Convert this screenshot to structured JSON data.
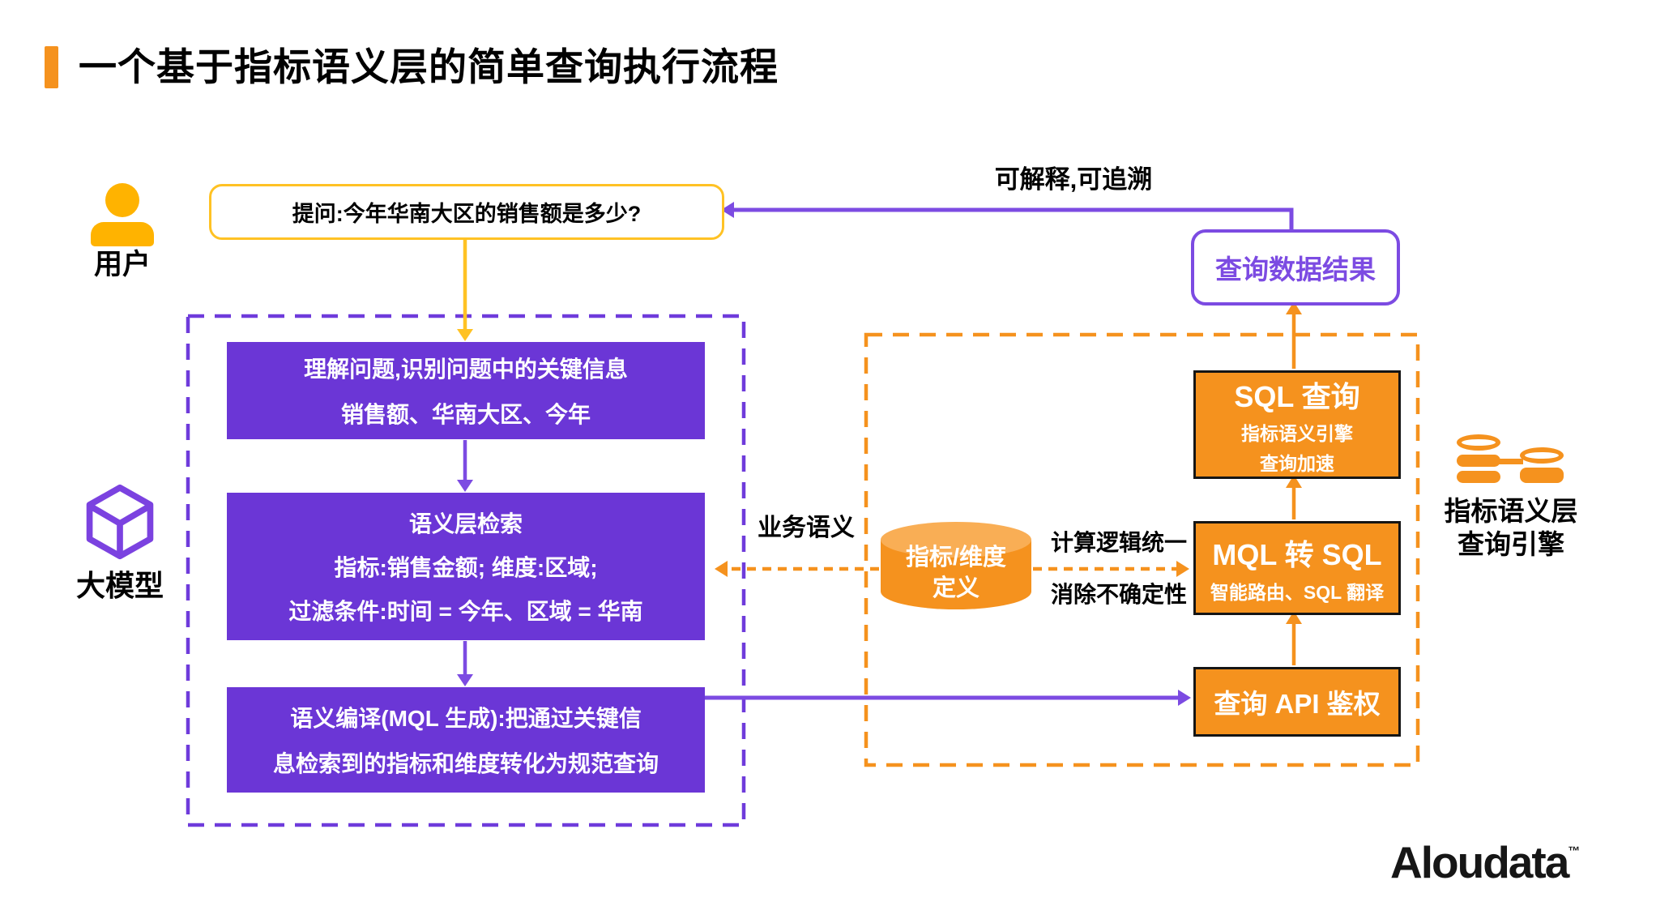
{
  "title": "一个基于指标语义层的简单查询执行流程",
  "actors": {
    "user_label": "用户",
    "llm_label": "大模型",
    "engine_label_line1": "指标语义层",
    "engine_label_line2": "查询引擎"
  },
  "question_box": {
    "text": "提问:今年华南大区的销售额是多少?"
  },
  "feedback_label": "可解释,可追溯",
  "result_box": {
    "label": "查询数据结果"
  },
  "llm_steps": {
    "step1": {
      "line1": "理解问题,识别问题中的关键信息",
      "line2": "销售额、华南大区、今年"
    },
    "step2": {
      "line1": "语义层检索",
      "line2": "指标:销售金额; 维度:区域;",
      "line3": "过滤条件:时间 = 今年、区域 = 华南"
    },
    "step3": {
      "line1": "语义编译(MQL 生成):把通过关键信",
      "line2": "息检索到的指标和维度转化为规范查询"
    }
  },
  "semantic_layer": {
    "business_semantics_label": "业务语义",
    "cylinder": {
      "line1": "指标/维度",
      "line2": "定义"
    },
    "benefit_top": "计算逻辑统一",
    "benefit_bottom": "消除不确定性",
    "sql_box": {
      "title": "SQL 查询",
      "sub1": "指标语义引擎",
      "sub2": "查询加速"
    },
    "mql_box": {
      "title": "MQL 转 SQL",
      "sub1": "智能路由、SQL 翻译"
    },
    "api_box": {
      "title": "查询 API 鉴权"
    }
  },
  "brand": {
    "logo_text": "Aloudata",
    "trademark": "™"
  },
  "colors": {
    "purple_fill": "#6B36D6",
    "purple_line": "#7C4BE2",
    "orange": "#F5921E",
    "yellow": "#FFC224",
    "user_yellow": "#FFB300"
  }
}
